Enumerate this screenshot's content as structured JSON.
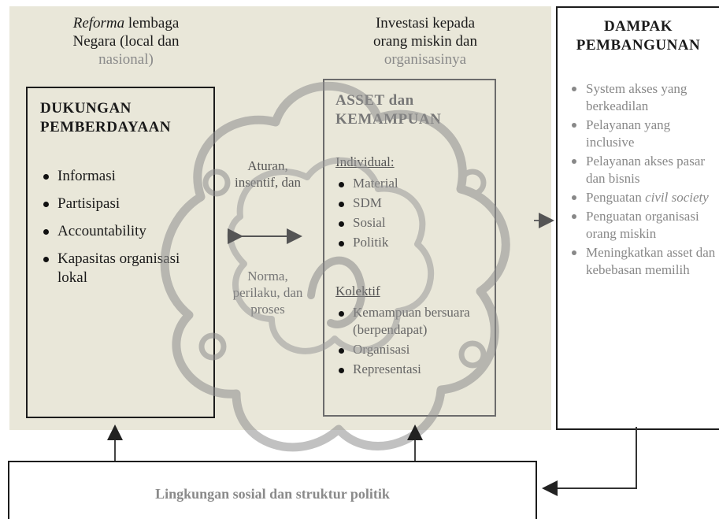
{
  "top_left_heading": {
    "italic_word": "Reforma",
    "rest_line1": " lembaga",
    "line2": "Negara (local dan",
    "line3": "nasional)"
  },
  "top_mid_heading": {
    "line1": "Investasi kepada",
    "line2": "orang miskin dan",
    "line3": "organisasinya"
  },
  "left_box": {
    "title_line1": "DUKUNGAN",
    "title_line2": "PEMBERDAYAAN",
    "items": [
      "Informasi",
      "Partisipasi",
      "Accountability",
      "Kapasitas organisasi lokal"
    ]
  },
  "center": {
    "upper": "Aturan, insentif, dan",
    "lower": "Norma, perilaku, dan proses"
  },
  "mid_box": {
    "title_line1": "ASSET dan",
    "title_line2": "KEMAMPUAN",
    "individual_label": "Individual:",
    "individual_items": [
      "Material",
      "SDM",
      "Sosial",
      "Politik"
    ],
    "collective_label": "Kolektif",
    "collective_items": [
      "Kemampuan bersuara (berpendapat)",
      "Organisasi",
      "Representasi"
    ]
  },
  "right_box": {
    "title_line1": "DAMPAK",
    "title_line2": "PEMBANGUNAN",
    "items": [
      {
        "pre": "System akses yang berkeadilan",
        "italic": "",
        "post": ""
      },
      {
        "pre": "Pelayanan yang inclusive",
        "italic": "",
        "post": ""
      },
      {
        "pre": "Pelayanan akses pasar dan bisnis",
        "italic": "",
        "post": ""
      },
      {
        "pre": "Penguatan ",
        "italic": "civil society",
        "post": ""
      },
      {
        "pre": "Penguatan organisasi orang miskin",
        "italic": "",
        "post": ""
      },
      {
        "pre": "Meningkatkan asset dan kebebasan memilih",
        "italic": "",
        "post": ""
      }
    ]
  },
  "bottom_box": {
    "label": "Lingkungan sosial dan struktur politik"
  },
  "colors": {
    "panel_background": "#e9e7d9",
    "border_dark": "#1c1c1c",
    "watermark": "#9a9a9a"
  }
}
